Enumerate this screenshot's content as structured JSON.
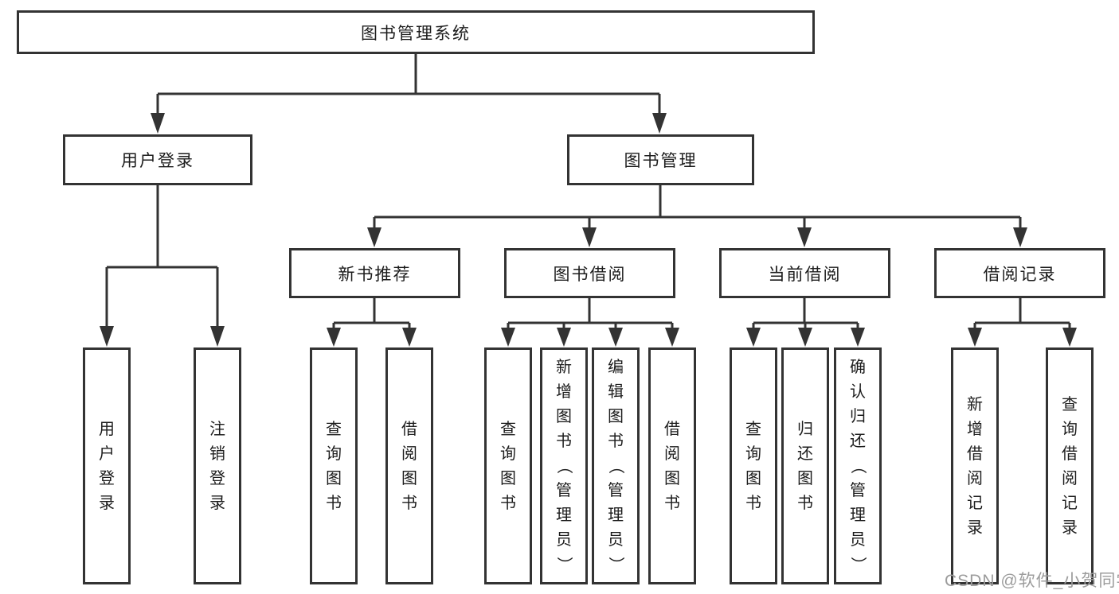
{
  "nodes": {
    "root": {
      "label": "图书管理系统"
    },
    "level2": [
      {
        "label": "用户登录"
      },
      {
        "label": "图书管理"
      }
    ],
    "level3": [
      {
        "label": "新书推荐"
      },
      {
        "label": "图书借阅"
      },
      {
        "label": "当前借阅"
      },
      {
        "label": "借阅记录"
      }
    ],
    "user_login_children": [
      {
        "label": "用户登录"
      },
      {
        "label": "注销登录"
      }
    ],
    "new_books_children": [
      {
        "label": "查询图书"
      },
      {
        "label": "借阅图书"
      }
    ],
    "book_borrow_children": [
      {
        "label": "查询图书"
      },
      {
        "label": "新增图书（管理员）"
      },
      {
        "label": "编辑图书（管理员）"
      },
      {
        "label": "借阅图书"
      }
    ],
    "current_borrow_children": [
      {
        "label": "查询图书"
      },
      {
        "label": "归还图书"
      },
      {
        "label": "确认归还（管理员）"
      }
    ],
    "borrow_records_children": [
      {
        "label": "新增借阅记录"
      },
      {
        "label": "查询借阅记录"
      }
    ]
  },
  "watermark": "CSDN @软件_小贺同学",
  "colors": {
    "line": "#333333",
    "box_border": "#333333",
    "text": "#1c1c1c",
    "watermark": "#9c9c9c",
    "background": "#ffffff"
  }
}
